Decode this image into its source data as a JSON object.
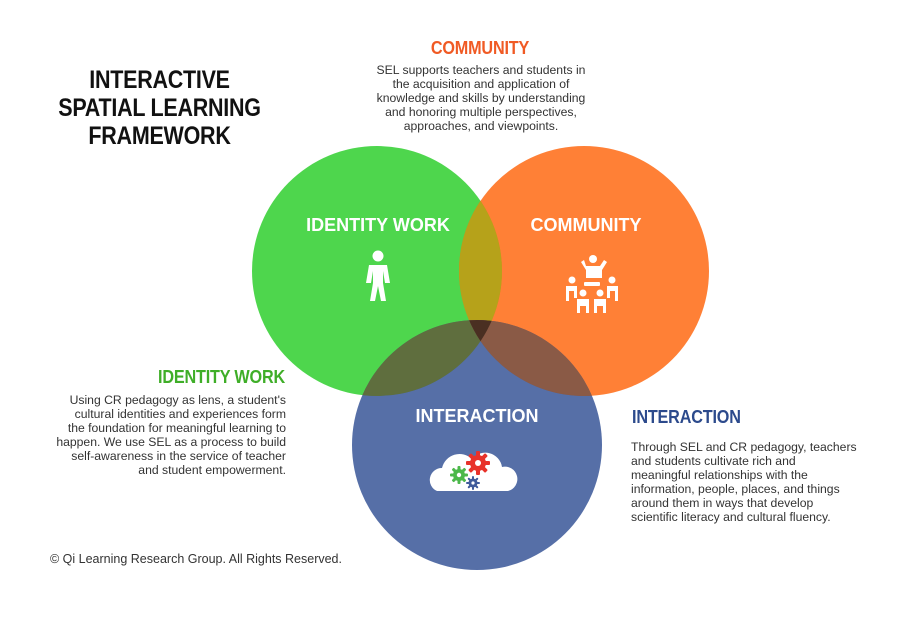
{
  "title": "INTERACTIVE SPATIAL LEARNING FRAMEWORK",
  "circles": {
    "identity": {
      "label": "IDENTITY WORK",
      "color": "#3bd13a",
      "icon": "person-icon"
    },
    "community": {
      "label": "COMMUNITY",
      "color": "#ff6a13",
      "icon": "group-meeting-icon"
    },
    "interaction": {
      "label": "INTERACTION",
      "color": "#3f5b9b",
      "icon": "cloud-gears-icon"
    }
  },
  "blocks": {
    "community": {
      "heading": "COMMUNITY",
      "lines": [
        "SEL supports teachers and students in",
        "the acquisition and application of",
        "knowledge and skills by understanding",
        "and honoring multiple perspectives,",
        "approaches, and viewpoints."
      ]
    },
    "identity": {
      "heading": "IDENTITY WORK",
      "lines": [
        "Using CR pedagogy as lens, a student's",
        "cultural identities and experiences form",
        "the foundation for meaningful learning to",
        "happen. We use SEL as a process to build",
        "self-awareness in the service of teacher",
        "and student empowerment."
      ]
    },
    "interaction": {
      "heading": "INTERACTION",
      "lines": [
        "Through SEL and CR pedagogy, teachers",
        "and students cultivate rich and",
        "meaningful relationships with the",
        "information, people, places, and things",
        "around them in ways that develop",
        "scientific literacy and cultural fluency."
      ]
    }
  },
  "copyright": "© Qi Learning Research Group. All Rights Reserved."
}
